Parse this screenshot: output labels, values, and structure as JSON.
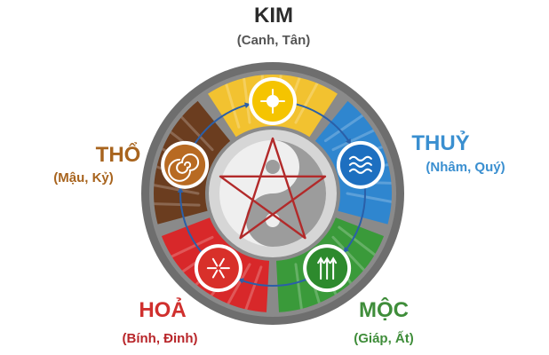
{
  "elements": [
    {
      "key": "kim",
      "name": "KIM",
      "stems": "(Canh, Tân)",
      "color": "#2b2b2b",
      "stem_color": "#555555",
      "fill": "#f2c230",
      "badge": "#f5c400"
    },
    {
      "key": "thuy",
      "name": "THUỶ",
      "stems": "(Nhâm, Quý)",
      "color": "#3a8fd0",
      "stem_color": "#3a8fd0",
      "fill": "#2f86cf",
      "badge": "#1d6fc0"
    },
    {
      "key": "moc",
      "name": "MỘC",
      "stems": "(Giáp, Ất)",
      "color": "#3f8d3a",
      "stem_color": "#3f8d3a",
      "fill": "#3a9a3a",
      "badge": "#2d8a2d"
    },
    {
      "key": "hoa",
      "name": "HOẢ",
      "stems": "(Bính, Đinh)",
      "color": "#d0302e",
      "stem_color": "#b8262a",
      "fill": "#d8282a",
      "badge": "#d8302a"
    },
    {
      "key": "tho",
      "name": "THỔ",
      "stems": "(Mậu, Kỷ)",
      "color": "#a8641e",
      "stem_color": "#a8641e",
      "fill": "#6b3d1f",
      "badge": "#b86a22"
    }
  ],
  "icons": {
    "kim": "sun-cross-icon",
    "thuy": "water-waves-icon",
    "moc": "growth-arrows-icon",
    "hoa": "fire-arrows-icon",
    "tho": "spiral-icon"
  },
  "colors": {
    "ring": "#6e6e6e",
    "center": "#d6d6d6",
    "star": "#b22a2a",
    "cycle_arrow": "#2a5fa8"
  }
}
